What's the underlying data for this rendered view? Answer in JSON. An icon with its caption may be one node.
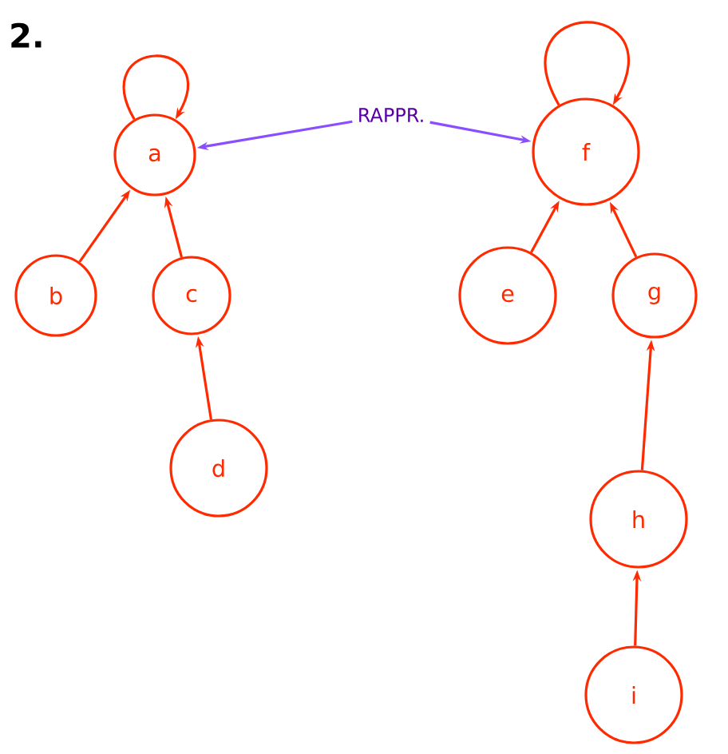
{
  "diagram": {
    "nodes": [
      {
        "text": [
          "a"
        ]
      },
      {
        "text": [
          "b"
        ]
      },
      {
        "text": [
          "c"
        ]
      },
      {
        "text": [
          "d"
        ]
      },
      {
        "text": [
          "RAPPR."
        ]
      },
      {
        "text": [
          "f"
        ]
      },
      {
        "text": [
          "e"
        ]
      },
      {
        "text": [
          "g"
        ]
      },
      {
        "text": [
          "h"
        ]
      },
      {
        "text": [
          "i"
        ]
      }
    ],
    "edges": [
      {
        "from": 0,
        "to": 0,
        "arrow": "to"
      },
      {
        "from": 1,
        "to": 0,
        "arrow": "to"
      },
      {
        "from": 2,
        "to": 0,
        "arrow": "to"
      },
      {
        "from": 3,
        "to": 2,
        "arrow": "to"
      },
      {
        "from": 4,
        "to": 0,
        "arrow": "to",
        "color": "#8a4dff"
      },
      {
        "from": 4,
        "to": 5,
        "arrow": "to",
        "color": "#8a4dff"
      },
      {
        "from": 5,
        "to": 5,
        "arrow": "to"
      },
      {
        "from": 6,
        "to": 5,
        "arrow": "to"
      },
      {
        "from": 7,
        "to": 5,
        "arrow": "to"
      },
      {
        "from": 8,
        "to": 7,
        "arrow": "to"
      },
      {
        "from": 9,
        "to": 8,
        "arrow": "to"
      }
    ],
    "labels": [
      "2."
    ]
  }
}
